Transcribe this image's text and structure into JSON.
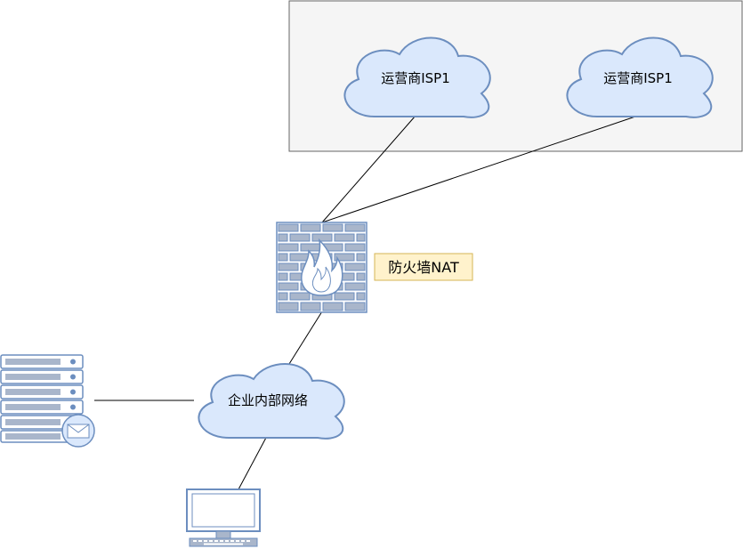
{
  "diagram": {
    "isp_group": {
      "cloud_1_label": "运营商ISP1",
      "cloud_2_label": "运营商ISP1"
    },
    "firewall_label": "防火墙NAT",
    "internal_network_label": "企业内部网络"
  },
  "colors": {
    "cloud_fill": "#dae8fc",
    "cloud_stroke": "#6c8ebf",
    "group_fill": "#f5f5f5",
    "group_stroke": "#666666",
    "label_bg": "#fff2cc",
    "label_border": "#d6b656",
    "device_stroke": "#6c8ebf",
    "device_fill": "#dae8fc",
    "brick_fill": "#a9b6cb",
    "line": "#000000"
  }
}
